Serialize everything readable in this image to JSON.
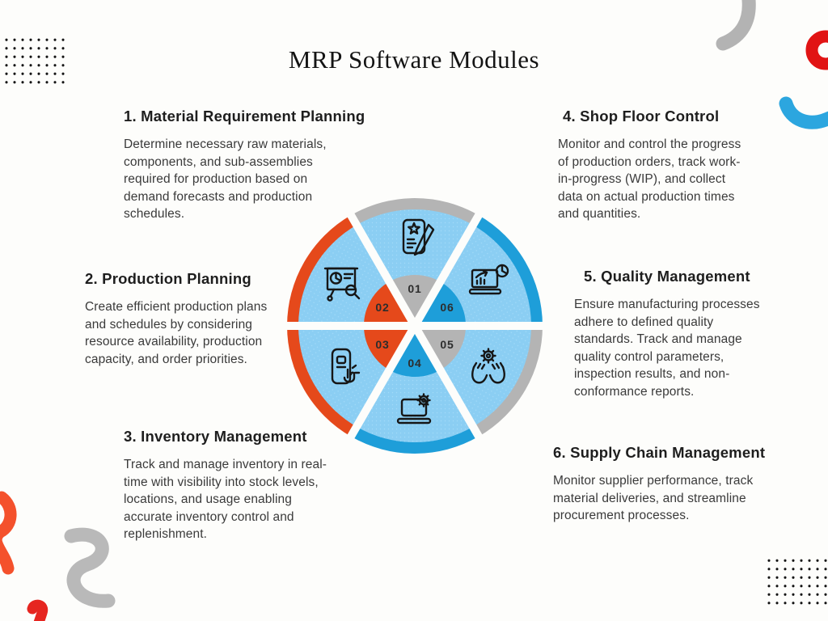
{
  "title": "MRP Software Modules",
  "modules": [
    {
      "heading": "1. Material Requirement Planning",
      "body": "Determine necessary raw materials, components, and sub-assemblies required for production based on demand forecasts and production schedules."
    },
    {
      "heading": "2. Production Planning",
      "body": "Create efficient production plans and schedules by considering resource availability, production capacity, and order priorities."
    },
    {
      "heading": "3. Inventory Management",
      "body": "Track and manage  inventory in real-time with visibility into stock levels, locations, and usage enabling accurate inventory control and replenishment."
    },
    {
      "heading": "4. Shop Floor Control",
      "body": "Monitor and control the progress of production orders, track work-in-progress (WIP), and collect data on actual production times and quantities."
    },
    {
      "heading": "5. Quality Management",
      "body": "Ensure manufacturing processes adhere to defined quality standards. Track and manage quality control parameters, inspection results, and non-conformance reports."
    },
    {
      "heading": "6. Supply Chain Management",
      "body": "Monitor supplier performance, track material deliveries, and streamline procurement processes."
    }
  ],
  "wheel": {
    "body_color": "#8bcef3",
    "segments": [
      {
        "number": "01",
        "icon": "document-pencil-star-icon",
        "color": "#b4b4b4"
      },
      {
        "number": "02",
        "icon": "presentation-analysis-icon",
        "color": "#e5491b"
      },
      {
        "number": "03",
        "icon": "mobile-tap-icon",
        "color": "#e5491b"
      },
      {
        "number": "04",
        "icon": "laptop-gear-icon",
        "color": "#1e9ed9"
      },
      {
        "number": "05",
        "icon": "hands-gear-icon",
        "color": "#b4b4b4"
      },
      {
        "number": "06",
        "icon": "laptop-analytics-icon",
        "color": "#1e9ed9"
      }
    ]
  },
  "palette": {
    "orange": "#e5491b",
    "blue": "#1e9ed9",
    "light_blue": "#8bcef3",
    "gray": "#b4b4b4",
    "decor_red": "#e11414",
    "decor_orange": "#f4512c",
    "decor_blue": "#2ca6df",
    "decor_gray": "#b3b3b3"
  }
}
